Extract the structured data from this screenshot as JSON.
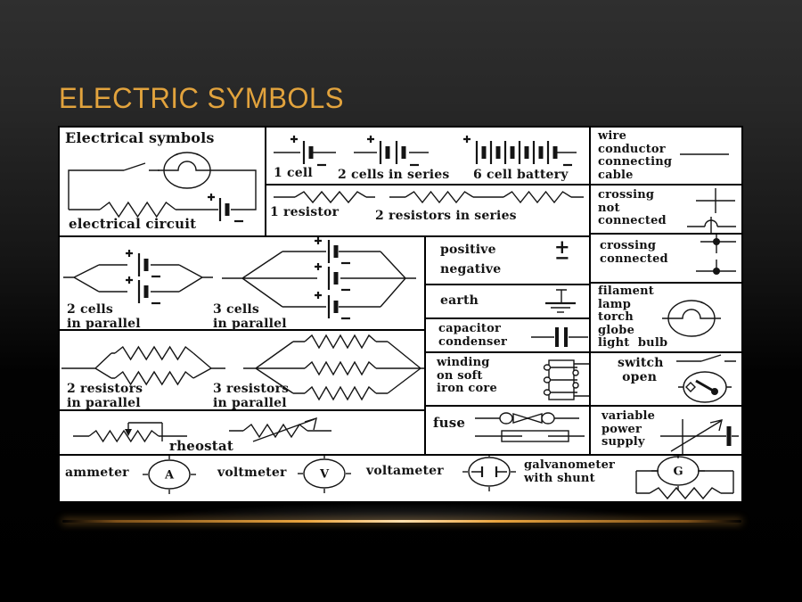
{
  "slide": {
    "title": "ELECTRIC SYMBOLS",
    "title_color": "#e2a33d",
    "glow_color": "#e9a43f"
  },
  "panel": {
    "electrical_symbols": {
      "heading": "Electrical symbols",
      "caption": "electrical circuit"
    },
    "cells_series": {
      "one_cell": "1 cell",
      "two_cells": "2 cells in series",
      "six_cell": "6 cell battery"
    },
    "resistors_series": {
      "one": "1 resistor",
      "two": "2 resistors in series"
    },
    "wire": "wire\nconductor\nconnecting\ncable",
    "crossing_not_connected": "crossing\nnot\nconnected",
    "crossing_connected": "crossing\nconnected",
    "cells_parallel": {
      "two": "2 cells\nin parallel",
      "three": "3 cells\nin parallel"
    },
    "resistors_parallel": {
      "two": "2 resistors\nin parallel",
      "three": "3 resistors\nin parallel"
    },
    "rheostat": "rheostat",
    "polarity": {
      "positive": "positive",
      "negative": "negative",
      "plus": "+",
      "minus": "−"
    },
    "earth": "earth",
    "capacitor": "capacitor\ncondenser",
    "winding": "winding\non soft\niron core",
    "fuse": "fuse",
    "filament": "filament\nlamp\ntorch\nglobe\nlight  bulb",
    "switch_open": "switch\n open",
    "variable": "variable\npower\nsupply",
    "meters": {
      "ammeter": "ammeter",
      "voltmeter": "voltmeter",
      "voltameter": "voltameter",
      "galvanometer": "galvanometer\nwith shunt",
      "ammeter_letter": "A",
      "voltmeter_letter": "V",
      "galvanometer_letter": "G"
    }
  }
}
